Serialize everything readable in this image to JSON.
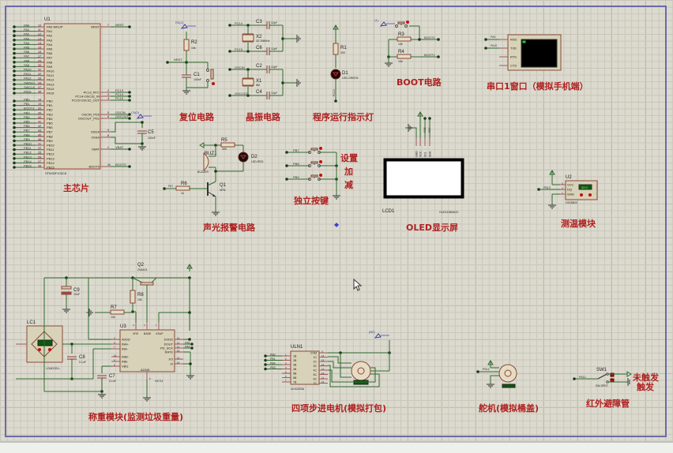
{
  "app": {
    "type": "schematic-capture-editor"
  },
  "sections": {
    "main_chip": "主芯片",
    "reset": "复位电路",
    "crystal": "晶振电路",
    "run_led": "程序运行指示灯",
    "boot": "BOOT电路",
    "uart": "串口1窗口（模拟手机端）",
    "alarm": "声光报警电路",
    "keys": "独立按键",
    "oled": "OLED显示屏",
    "temp": "测温模块",
    "weigh": "称重模块(监测垃圾重量)",
    "stepper": "四项步进电机(模拟打包)",
    "servo": "舵机(模拟桶盖)",
    "ir": "红外避障管"
  },
  "keys_labels": [
    "设置",
    "加",
    "减"
  ],
  "ir_labels": [
    "未触发",
    "触发"
  ],
  "u1": {
    "ref": "U1",
    "part": "STM32F103C8",
    "left_pins": [
      {
        "net": "PA0",
        "num": "10",
        "name": "PA0-WKUP"
      },
      {
        "net": "PA1",
        "num": "11",
        "name": "PA1"
      },
      {
        "net": "PA2",
        "num": "12",
        "name": "PA2"
      },
      {
        "net": "PA3",
        "num": "13",
        "name": "PA3"
      },
      {
        "net": "PA4",
        "num": "14",
        "name": "PA4"
      },
      {
        "net": "PA5",
        "num": "15",
        "name": "PA5"
      },
      {
        "net": "PA6",
        "num": "16",
        "name": "PA6"
      },
      {
        "net": "PA7",
        "num": "17",
        "name": "PA7"
      },
      {
        "net": "PA8",
        "num": "29",
        "name": "PA8"
      },
      {
        "net": "PA9",
        "num": "30",
        "name": "PA9"
      },
      {
        "net": "PA10",
        "num": "31",
        "name": "PA10"
      },
      {
        "net": "PA11",
        "num": "32",
        "name": "PA11"
      },
      {
        "net": "PA12",
        "num": "33",
        "name": "PA12"
      },
      {
        "net": "SWDIO",
        "num": "34",
        "name": "PA13"
      },
      {
        "net": "SWCLK",
        "num": "37",
        "name": "PA14"
      },
      {
        "net": "PA15",
        "num": "38",
        "name": "PA15"
      },
      {
        "net": "PB0",
        "num": "18",
        "name": "PB0"
      },
      {
        "net": "PB1",
        "num": "19",
        "name": "PB1"
      },
      {
        "net": "BOOT1",
        "num": "20",
        "name": "PB2"
      },
      {
        "net": "PB3",
        "num": "39",
        "name": "PB3"
      },
      {
        "net": "PB4",
        "num": "40",
        "name": "PB4"
      },
      {
        "net": "PB5",
        "num": "41",
        "name": "PB5"
      },
      {
        "net": "PB6",
        "num": "42",
        "name": "PB6"
      },
      {
        "net": "PB7",
        "num": "43",
        "name": "PB7"
      },
      {
        "net": "PB8",
        "num": "45",
        "name": "PB8"
      },
      {
        "net": "PB9",
        "num": "46",
        "name": "PB9"
      },
      {
        "net": "PB10",
        "num": "21",
        "name": "PB10"
      },
      {
        "net": "PB11",
        "num": "22",
        "name": "PB11"
      },
      {
        "net": "PB12",
        "num": "25",
        "name": "PB12"
      },
      {
        "net": "PB13",
        "num": "26",
        "name": "PB13"
      },
      {
        "net": "PB14",
        "num": "27",
        "name": "PB14"
      },
      {
        "net": "PB15",
        "num": "28",
        "name": "PB15"
      }
    ],
    "right_pins": [
      {
        "name": "NRST",
        "num": "7",
        "net": "NRST"
      },
      {
        "name": "PC13_RTC",
        "num": "2",
        "net": "PC13"
      },
      {
        "name": "PC14-OSC32_IN",
        "num": "3",
        "net": "PC14"
      },
      {
        "name": "PC15-OSC32_OUT",
        "num": "4",
        "net": "PC15"
      },
      {
        "name": "OSCIN_PD0",
        "num": "5",
        "net": "OSCIN"
      },
      {
        "name": "OSCOUT_PD1",
        "num": "6",
        "net": "OSCOUT"
      },
      {
        "name": "VDDA",
        "num": "9",
        "net": ""
      },
      {
        "name": "VSSA",
        "num": "8",
        "net": ""
      },
      {
        "name": "VBAT",
        "num": "1",
        "net": "VBAT"
      },
      {
        "name": "BOOT0",
        "num": "44",
        "net": "BOOT0"
      }
    ]
  },
  "components": {
    "c5": {
      "ref": "C5",
      "value": "100nF",
      "probe": "C5(2)"
    },
    "r2": {
      "ref": "R2",
      "value": "10k",
      "probe": "R2(2)",
      "net": "NRST"
    },
    "c1": {
      "ref": "C1",
      "value": "100nF"
    },
    "x2": {
      "ref": "X2",
      "value": "32.768KHz",
      "net_top": "PC14",
      "net_bot": "PC15"
    },
    "c3": {
      "ref": "C3",
      "value": "12pF"
    },
    "c6": {
      "ref": "C6",
      "value": "12pF"
    },
    "x1": {
      "ref": "X1",
      "value": "8M",
      "net_top": "OSCIN",
      "net_bot": "OSCOUT"
    },
    "c2": {
      "ref": "C2",
      "value": "12pF"
    },
    "c4": {
      "ref": "C4",
      "value": "12pF"
    },
    "r1": {
      "ref": "R1",
      "value": "300"
    },
    "d1": {
      "ref": "D1",
      "value": "LED-GREEN",
      "net": "PC13"
    },
    "r3": {
      "ref": "R3",
      "value": "10k",
      "net": "BOOT0"
    },
    "r4": {
      "ref": "R4",
      "value": "10k",
      "net": "BOOT1"
    },
    "boot_probe": "(1)",
    "uart": {
      "pins": [
        "RXD",
        "TXD",
        "RTS",
        "CTS"
      ],
      "nets": [
        "PA9",
        "PA10"
      ]
    },
    "buz1": {
      "ref": "BUZ1",
      "value": "BUZZER"
    },
    "r5": {
      "ref": "R5",
      "value": "300"
    },
    "d2": {
      "ref": "D2",
      "value": "LED-RED"
    },
    "r6": {
      "ref": "R6",
      "value": "1k",
      "net": "PA7"
    },
    "q1": {
      "ref": "Q1",
      "value": "NPN"
    },
    "keys": {
      "nets": [
        "PB7",
        "PB8",
        "PB9"
      ]
    },
    "lcd1": {
      "ref": "LCD1",
      "part": "OLED12864I2C",
      "pins": [
        "GND",
        "VCC",
        "SCL",
        "SDA"
      ],
      "nets": [
        "PB6",
        "PB7"
      ]
    },
    "u2": {
      "ref": "U2",
      "part": "DS18B20",
      "pins": [
        {
          "num": "3",
          "name": "VCC"
        },
        {
          "num": "2",
          "name": "DQ"
        },
        {
          "num": "1",
          "name": "GND"
        }
      ],
      "net": "PB13",
      "reading": "32.0"
    },
    "q2": {
      "ref": "Q2",
      "value": "2N4403"
    },
    "c9": {
      "ref": "C9",
      "value": "10uF"
    },
    "r8": {
      "ref": "R8",
      "value": "10k"
    },
    "r7": {
      "ref": "R7",
      "value": "10k"
    },
    "lc1": {
      "ref": "LC1",
      "part": "LOADCELL"
    },
    "c8": {
      "ref": "C8",
      "value": "0.1uF"
    },
    "c7": {
      "ref": "C7",
      "value": "0.1uF"
    },
    "u3": {
      "ref": "U3",
      "part": "HX711",
      "top_pins": [
        {
          "num": "4",
          "name": "VFB"
        },
        {
          "num": "2",
          "name": "BASE"
        },
        {
          "num": "1",
          "name": "VSUP"
        }
      ],
      "left_pins": [
        {
          "num": "3",
          "name": "AVDD"
        },
        {
          "num": "8",
          "name": "INA+"
        },
        {
          "num": "7",
          "name": "INA-"
        },
        {
          "num": "10",
          "name": "INB+"
        },
        {
          "num": "9",
          "name": "INB-"
        },
        {
          "num": "6",
          "name": "VBG"
        }
      ],
      "right_pins": [
        {
          "num": "16",
          "name": "DVDD"
        },
        {
          "num": "12",
          "name": "DOUT",
          "net": "PA5"
        },
        {
          "num": "11",
          "name": "PD_SCK",
          "net": "PA4"
        },
        {
          "num": "15",
          "name": "RATE"
        },
        {
          "num": "13",
          "name": "XO"
        },
        {
          "num": "14",
          "name": "XI"
        }
      ],
      "bottom": {
        "num": "5",
        "name": "AGND"
      }
    },
    "uln1": {
      "ref": "ULN1",
      "part": "ULN2003A",
      "in_nets": [
        "PB0",
        "PB1",
        "PB4",
        "PB3"
      ],
      "left_pins": [
        {
          "num": "1",
          "name": "1B"
        },
        {
          "num": "2",
          "name": "2B"
        },
        {
          "num": "3",
          "name": "3B"
        },
        {
          "num": "4",
          "name": "4B"
        },
        {
          "num": "5",
          "name": "5B"
        },
        {
          "num": "6",
          "name": "6B"
        },
        {
          "num": "7",
          "name": "7B"
        }
      ],
      "right_pins": [
        {
          "num": "9",
          "name": "COM"
        },
        {
          "num": "16",
          "name": "1C"
        },
        {
          "num": "15",
          "name": "2C"
        },
        {
          "num": "14",
          "name": "3C"
        },
        {
          "num": "13",
          "name": "4C"
        },
        {
          "num": "12",
          "name": "5C"
        },
        {
          "num": "11",
          "name": "6C"
        },
        {
          "num": "10",
          "name": "7C"
        }
      ],
      "probe": "(B2)"
    },
    "servo": {
      "net": "PB14"
    },
    "sw1": {
      "ref": "SW1",
      "part": "SW-SPDT",
      "net": "PB12"
    }
  }
}
